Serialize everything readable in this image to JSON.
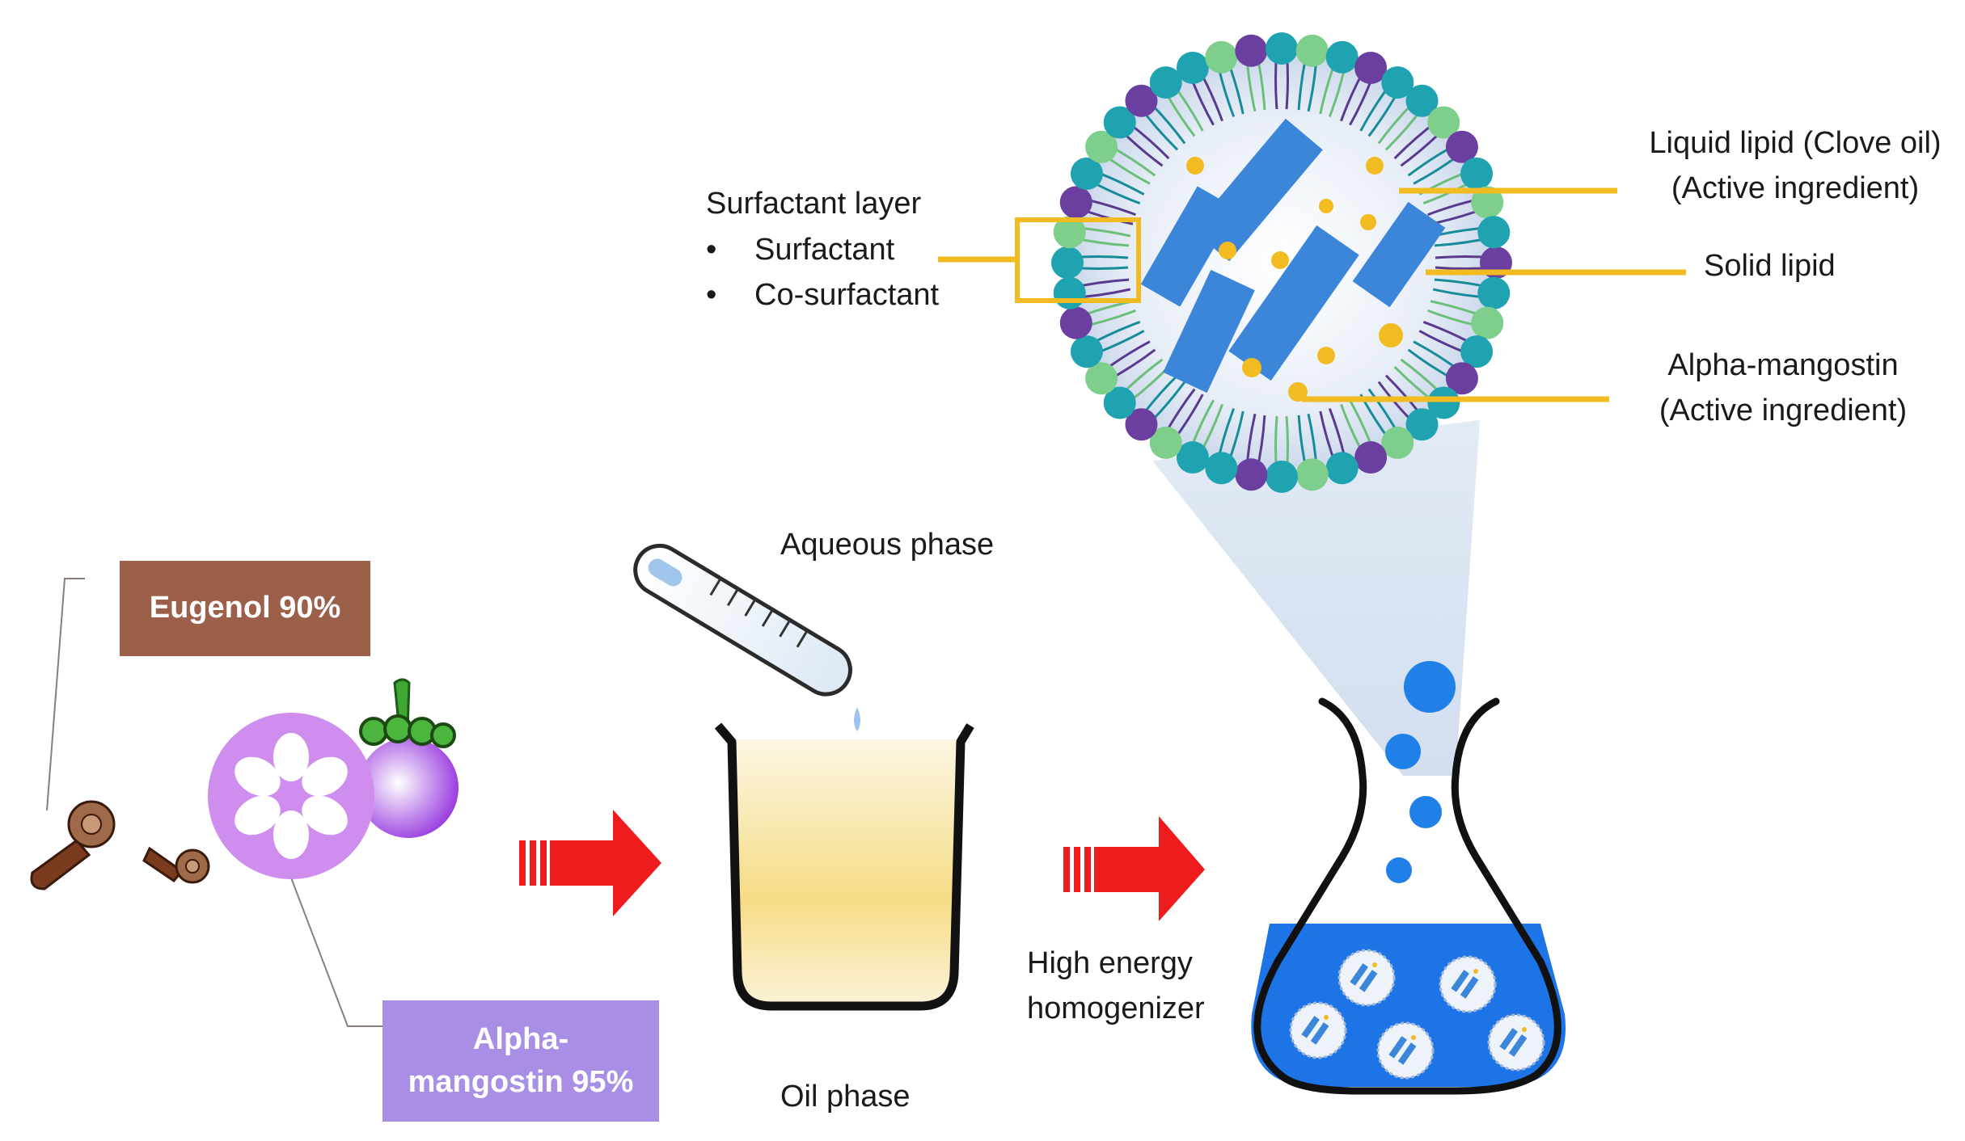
{
  "surfactant": {
    "title": "Surfactant layer",
    "items": [
      "Surfactant",
      "Co-surfactant"
    ]
  },
  "particle_labels": {
    "liquid_lipid_line1": "Liquid lipid (Clove oil)",
    "liquid_lipid_line2": "(Active ingredient)",
    "solid_lipid": "Solid lipid",
    "alpha_line1": "Alpha-mangostin",
    "alpha_line2": "(Active ingredient)"
  },
  "process": {
    "aqueous_phase": "Aqueous phase",
    "oil_phase": "Oil phase",
    "homogenizer_line1": "High energy",
    "homogenizer_line2": "homogenizer"
  },
  "ingredients": {
    "eugenol": "Eugenol 90%",
    "alpha_line1": "Alpha-",
    "alpha_line2": "mangostin 95%"
  },
  "colors": {
    "eugenol_box": "#9b5f4a",
    "alpha_box": "#a98ee6",
    "leader_line": "#f2bb22",
    "arrow": "#ee1c1c",
    "flask_liquid": "#1d74e6",
    "bubble": "#1f80e8",
    "solid_lipid": "#3b86d9"
  }
}
